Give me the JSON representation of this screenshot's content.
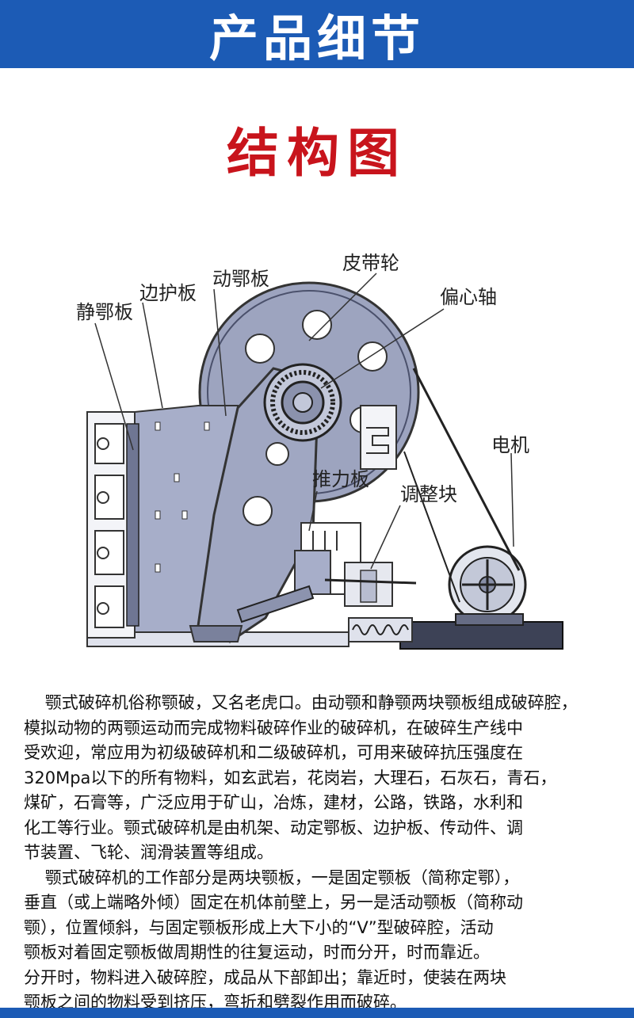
{
  "header": {
    "title": "产品细节"
  },
  "section_title": "结构图",
  "diagram": {
    "labels": {
      "pulley": "皮带轮",
      "moving_jaw_plate": "动鄂板",
      "side_guard": "边护板",
      "eccentric_shaft": "偏心轴",
      "fixed_jaw_plate": "静鄂板",
      "motor": "电机",
      "toggle_plate": "推力板",
      "adjust_block": "调整块"
    }
  },
  "article": {
    "para1": "    颚式破碎机俗称颚破，又名老虎口。由动颚和静颚两块颚板组成破碎腔，\n模拟动物的两颚运动而完成物料破碎作业的破碎机，在破碎生产线中\n受欢迎，常应用为初级破碎机和二级破碎机，可用来破碎抗压强度在\n320Mpa以下的所有物料，如玄武岩，花岗岩，大理石，石灰石，青石，\n煤矿，石膏等，广泛应用于矿山，冶炼，建材，公路，铁路，水利和\n化工等行业。颚式破碎机是由机架、动定鄂板、边护板、传动件、调\n节装置、飞轮、润滑装置等组成。",
    "para2": "    颚式破碎机的工作部分是两块颚板，一是固定颚板（简称定鄂），\n垂直（或上端略外倾）固定在机体前壁上，另一是活动颚板（简称动\n颚），位置倾斜，与固定颚板形成上大下小的“V”型破碎腔，活动\n颚板对着固定颚板做周期性的往复运动，时而分开，时而靠近。\n分开时，物料进入破碎腔，成品从下部卸出；靠近时，使装在两块\n颚板之间的物料受到挤压，弯折和劈裂作用而破碎。"
  },
  "colors": {
    "banner": "#1c5bb5",
    "section_title": "#c8141c",
    "machine_fill": "#a7aec9",
    "machine_dark": "#4b516c"
  }
}
